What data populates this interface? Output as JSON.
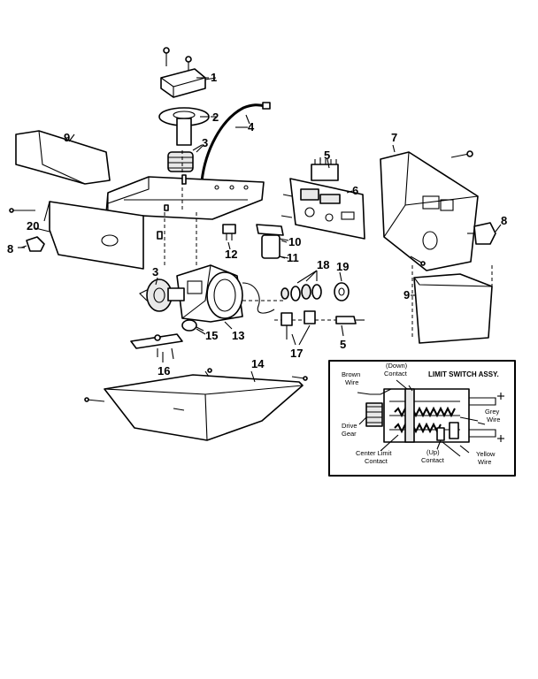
{
  "callouts": [
    {
      "id": "c1",
      "text": "1"
    },
    {
      "id": "c2",
      "text": "2"
    },
    {
      "id": "c3a",
      "text": "3"
    },
    {
      "id": "c4",
      "text": "4"
    },
    {
      "id": "c5a",
      "text": "5"
    },
    {
      "id": "c6",
      "text": "6"
    },
    {
      "id": "c7",
      "text": "7"
    },
    {
      "id": "c8a",
      "text": "8"
    },
    {
      "id": "c9a",
      "text": "9"
    },
    {
      "id": "c20",
      "text": "20"
    },
    {
      "id": "c8b",
      "text": "8"
    },
    {
      "id": "c10",
      "text": "10"
    },
    {
      "id": "c11",
      "text": "11"
    },
    {
      "id": "c12",
      "text": "12"
    },
    {
      "id": "c3b",
      "text": "3"
    },
    {
      "id": "c13",
      "text": "13"
    },
    {
      "id": "c15",
      "text": "15"
    },
    {
      "id": "c16",
      "text": "16"
    },
    {
      "id": "c18",
      "text": "18"
    },
    {
      "id": "c19",
      "text": "19"
    },
    {
      "id": "c9b",
      "text": "9"
    },
    {
      "id": "c5b",
      "text": "5"
    },
    {
      "id": "c17",
      "text": "17"
    },
    {
      "id": "c14",
      "text": "14"
    }
  ],
  "inset": {
    "title": "LIMIT SWITCH ASSY.",
    "labels": {
      "down_contact_1": "(Down)",
      "down_contact_2": "Contact",
      "brown_wire_1": "Brown",
      "brown_wire_2": "Wire",
      "grey_wire_1": "Grey",
      "grey_wire_2": "Wire",
      "drive_gear_1": "Drive",
      "drive_gear_2": "Gear",
      "center_limit_1": "Center Limit",
      "center_limit_2": "Contact",
      "up_contact_1": "(Up)",
      "up_contact_2": "Contact",
      "yellow_wire_1": "Yellow",
      "yellow_wire_2": "Wire"
    }
  }
}
